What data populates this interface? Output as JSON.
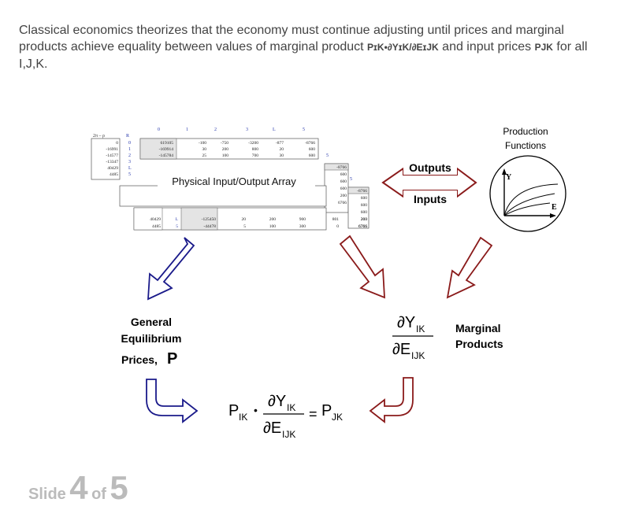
{
  "intro": {
    "part1": "Classical economics theorizes that the economy must continue adjusting until prices and marginal products achieve equality between values of marginal product ",
    "formula": "PɪK•∂YɪK/∂EɪJK",
    "part2": " and input prices ",
    "inputPrice": "PJK",
    "part3": " for all I,J,K."
  },
  "array": {
    "title": "Physical Input/Output Array",
    "colHeaders": [
      "0",
      "1",
      "2",
      "3",
      "L",
      "5"
    ],
    "rowHeaders": [
      "0",
      "1",
      "2",
      "3",
      "L",
      "5"
    ],
    "cornerLabel": "2π – ρ",
    "leftValues": [
      "0",
      "-16991",
      "-14577",
      "-13347",
      "40429",
      "4485"
    ],
    "rows": [
      [
        "619105",
        "-100",
        "-750",
        "-3200",
        "-877",
        "-8766"
      ],
      [
        "-169914",
        "30",
        "200",
        "800",
        "20",
        "600"
      ],
      [
        "-145784",
        "25",
        "100",
        "700",
        "30",
        "600"
      ]
    ],
    "bottomRows": [
      [
        "40429",
        "L",
        "-125450",
        "20",
        "200",
        "900",
        "801",
        "200"
      ],
      [
        "4485",
        "5",
        "-44478",
        "5",
        "100",
        "300",
        "0",
        "6766"
      ]
    ],
    "sideCols": [
      "-8766",
      "600",
      "600",
      "600",
      "200",
      "6766"
    ]
  },
  "arrows": {
    "outputs": "Outputs",
    "inputs": "Inputs"
  },
  "production": {
    "title": "Production Functions",
    "yAxis": "Y",
    "xAxis": "E"
  },
  "general": {
    "line1": "General",
    "line2": "Equilibrium",
    "line3": "Prices,",
    "symbol": "P"
  },
  "marginal": {
    "numerator": "∂Y",
    "numSub": "IK",
    "denominator": "∂E",
    "denSub": "IJK",
    "label1": "Marginal",
    "label2": "Products"
  },
  "equation": {
    "p": "P",
    "pSub": "IK",
    "dot": "•",
    "num": "∂Y",
    "numSub": "IK",
    "den": "∂E",
    "denSub": "IJK",
    "eq": "=",
    "rhs": "P",
    "rhsSub": "JK"
  },
  "slide": {
    "word": "Slide",
    "current": "4",
    "of": "of",
    "total": "5"
  },
  "colors": {
    "blueArrow": "#1a1a8a",
    "redArrow": "#8a1a1a",
    "grayText": "#444444",
    "slideGray": "#bbbbbb"
  }
}
